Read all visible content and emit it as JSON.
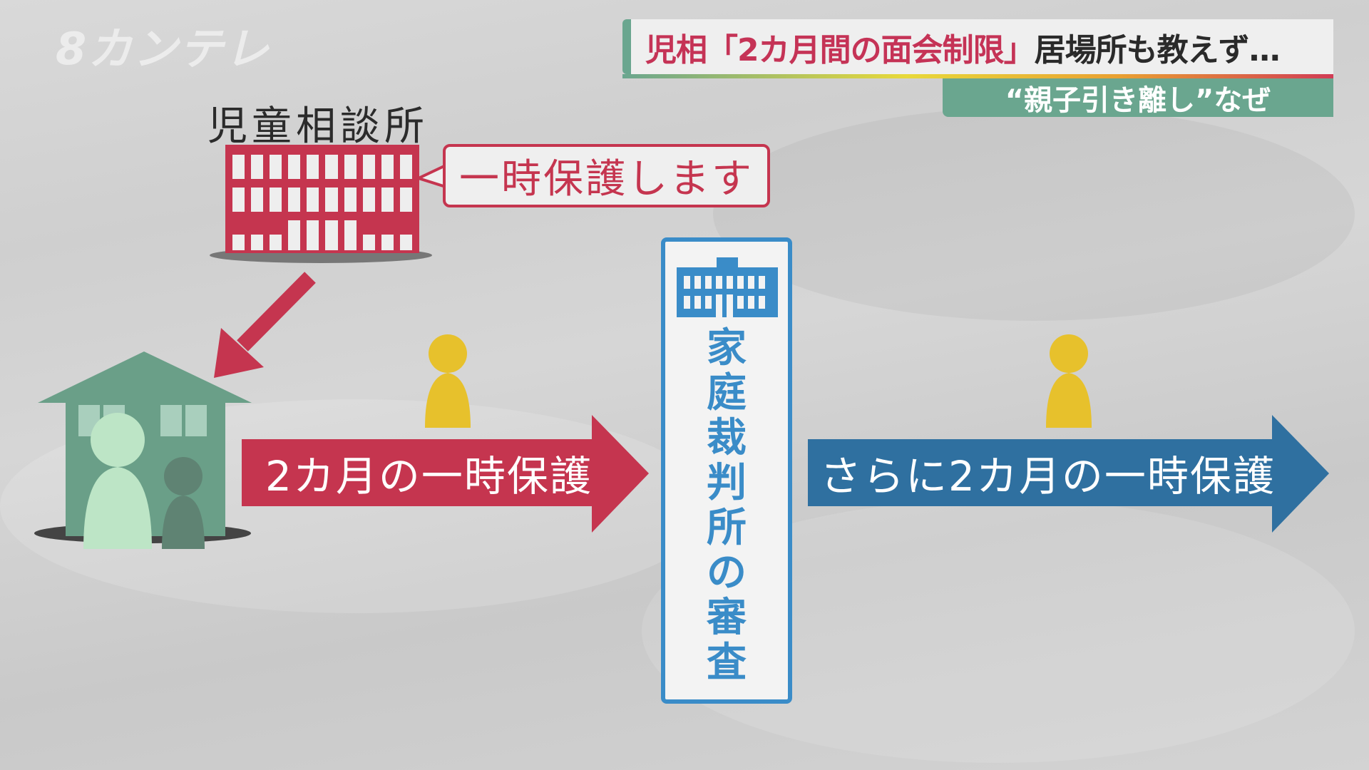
{
  "logo": "8カンテレ",
  "headline": {
    "red_part": "児相「2カ月間の面会制限」",
    "black_part": "居場所も教えず…"
  },
  "subheadline": "“親子引き離し”なぜ",
  "diagram": {
    "agency_label": "児童相談所",
    "speech_bubble": "一時保護します",
    "first_arrow": "2カ月の一時保護",
    "court_box": "家庭裁判所の審査",
    "second_arrow": "さらに2カ月の一時保護"
  },
  "colors": {
    "red": "#c5354f",
    "green": "#6aa68f",
    "blue": "#2f70a0",
    "court_blue": "#3a8cc8",
    "yellow": "#e7c12c"
  }
}
